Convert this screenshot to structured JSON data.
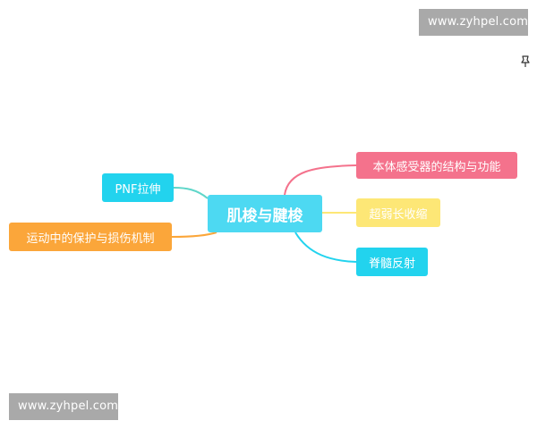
{
  "watermarks": {
    "top": "www.zyhpel.com",
    "bottom": "www.zyhpel.com"
  },
  "icons": {
    "cursor": "pin-cursor-icon"
  },
  "colors": {
    "center": "#4dd9f2",
    "pink": "#f4728c",
    "yellow": "#fde776",
    "cyan": "#22d3ee",
    "orange": "#fba63a",
    "teal_line": "#5fd6c9",
    "watermark_bg": "#a9a9a9"
  },
  "mindmap": {
    "center": "肌梭与腱梭",
    "right": [
      "本体感受器的结构与功能",
      "超弱长收缩",
      "脊髓反射"
    ],
    "left": [
      "PNF拉伸",
      "运动中的保护与损伤机制"
    ]
  }
}
